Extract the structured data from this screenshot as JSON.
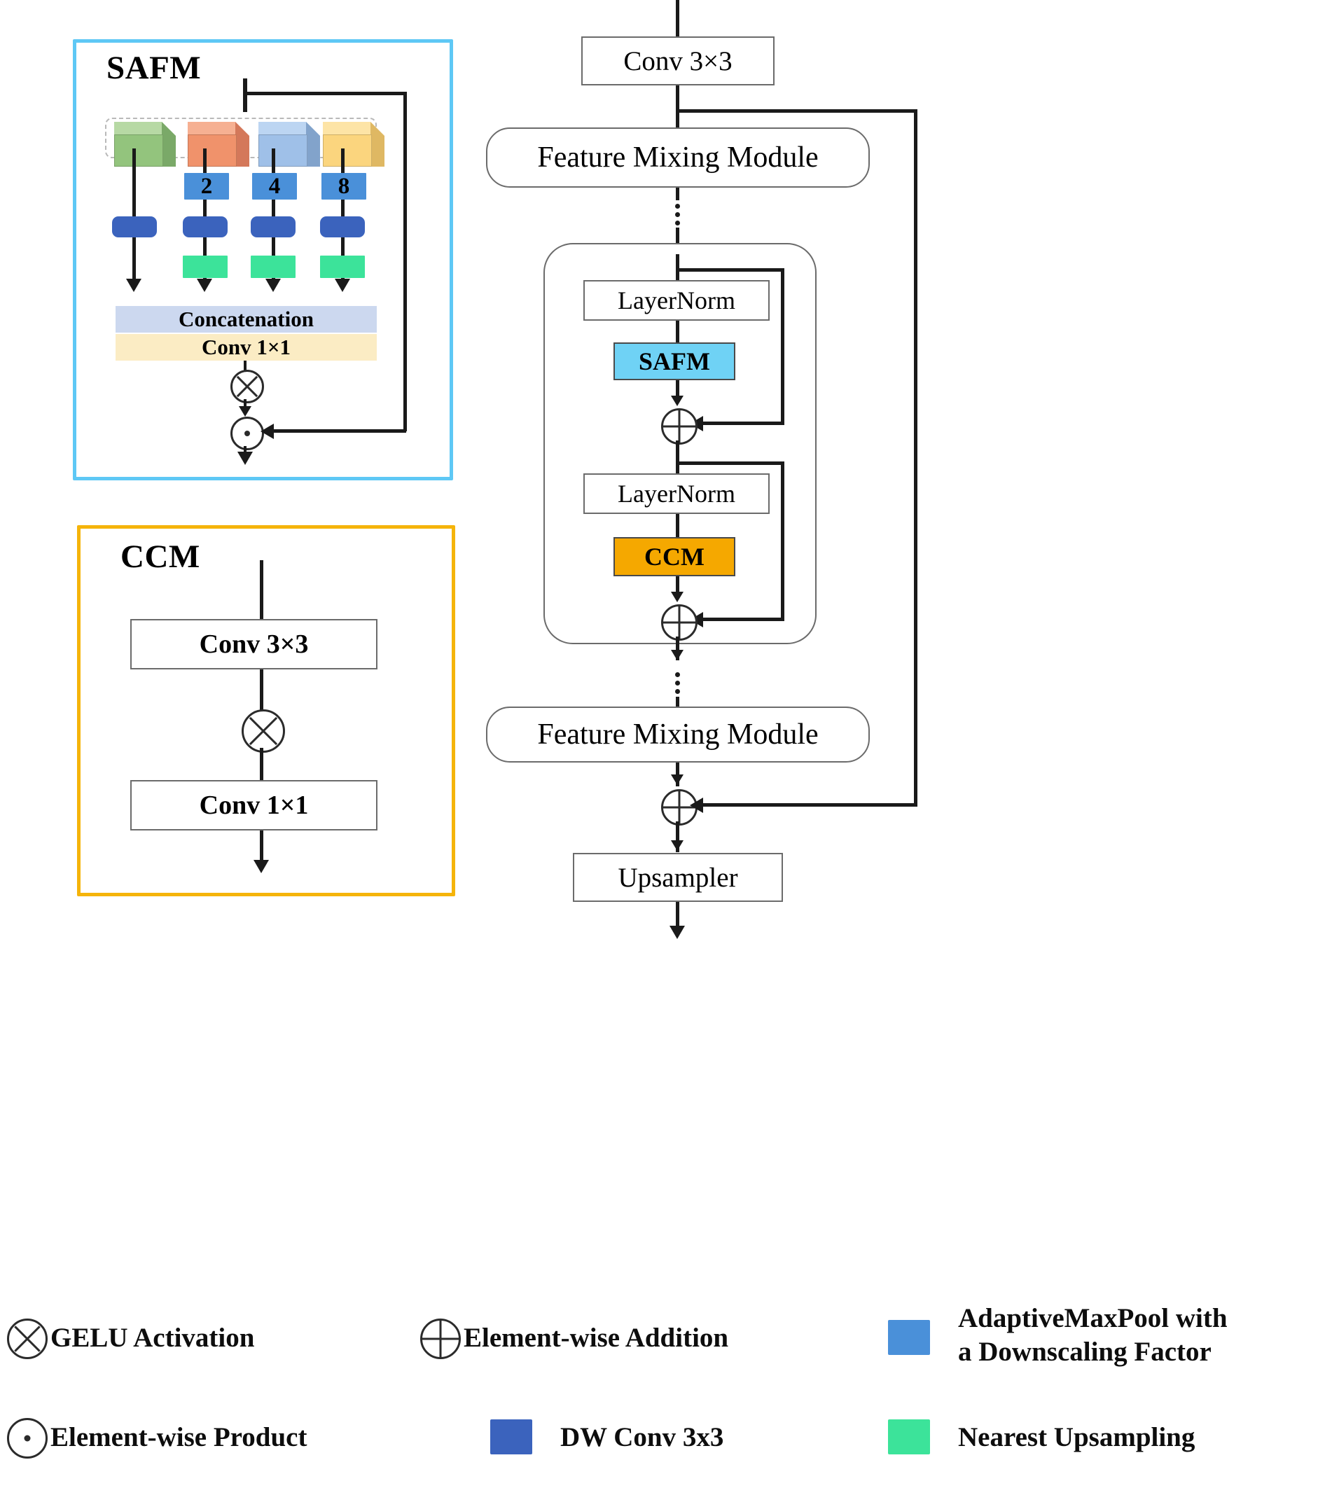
{
  "diagram": {
    "title_safm": "SAFM",
    "title_ccm": "CCM"
  },
  "safm_module": {
    "label": "SAFM",
    "border_color": "#5ec8f5",
    "cubes": [
      {
        "name": "feature-cube-green",
        "color": "#93c47d",
        "top": "#b7d9a4",
        "side": "#7aa968"
      },
      {
        "name": "feature-cube-orange",
        "color": "#f0926b",
        "top": "#f6b092",
        "side": "#d4785a"
      },
      {
        "name": "feature-cube-blue",
        "color": "#9fc0e8",
        "top": "#bcd5f2",
        "side": "#82a3cb"
      },
      {
        "name": "feature-cube-yellow",
        "color": "#fbd57e",
        "top": "#fde4a6",
        "side": "#dfb863"
      }
    ],
    "pool_factors": [
      "",
      "2",
      "4",
      "8"
    ],
    "pool_color": "#4a90d9",
    "dwconv_color": "#3b63bd",
    "upsample_color": "#3ce39a",
    "concat_label": "Concatenation",
    "conv11_label": "Conv 1×1",
    "concat_color": "#ccd8ef",
    "conv11_color": "#fbecc4",
    "gelu_symbol": "gelu-circle",
    "product_symbol": "product-circle"
  },
  "ccm_module": {
    "label": "CCM",
    "border_color": "#f5b40a",
    "conv33_label": "Conv 3×3",
    "conv11_label": "Conv 1×1",
    "gelu_symbol": "gelu-circle"
  },
  "pipeline": {
    "conv33_label": "Conv 3×3",
    "fmm_top_label": "Feature Mixing Module",
    "fmm_bottom_label": "Feature Mixing Module",
    "layernorm_1_label": "LayerNorm",
    "layernorm_2_label": "LayerNorm",
    "safm_label": "SAFM",
    "ccm_label": "CCM",
    "upsampler_label": "Upsampler",
    "safm_color": "#6fd2f5",
    "ccm_color": "#f5a800",
    "add_symbol": "plus-circle",
    "ellipsis_top": "vertical-ellipsis",
    "ellipsis_bottom": "vertical-ellipsis"
  },
  "legend": {
    "items": [
      {
        "icon": "gelu-circle",
        "label": "GELU Activation",
        "type": "symbol"
      },
      {
        "icon": "plus-circle",
        "label": "Element-wise Addition",
        "type": "symbol"
      },
      {
        "icon": "color-swatch",
        "label": "AdaptiveMaxPool with\na Downscaling Factor",
        "type": "swatch",
        "color": "#4a90d9"
      },
      {
        "icon": "product-circle",
        "label": "Element-wise Product",
        "type": "symbol"
      },
      {
        "icon": "color-swatch",
        "label": "DW Conv 3x3",
        "type": "swatch",
        "color": "#3b63bd"
      },
      {
        "icon": "color-swatch",
        "label": "Nearest Upsampling",
        "type": "swatch",
        "color": "#3ce39a"
      }
    ],
    "adaptive_line1": "AdaptiveMaxPool with",
    "adaptive_line2": "a Downscaling Factor",
    "gelu_label": "GELU Activation",
    "addition_label": "Element-wise Addition",
    "product_label": "Element-wise Product",
    "dwconv_label": "DW Conv 3x3",
    "upsampling_label": "Nearest Upsampling"
  }
}
